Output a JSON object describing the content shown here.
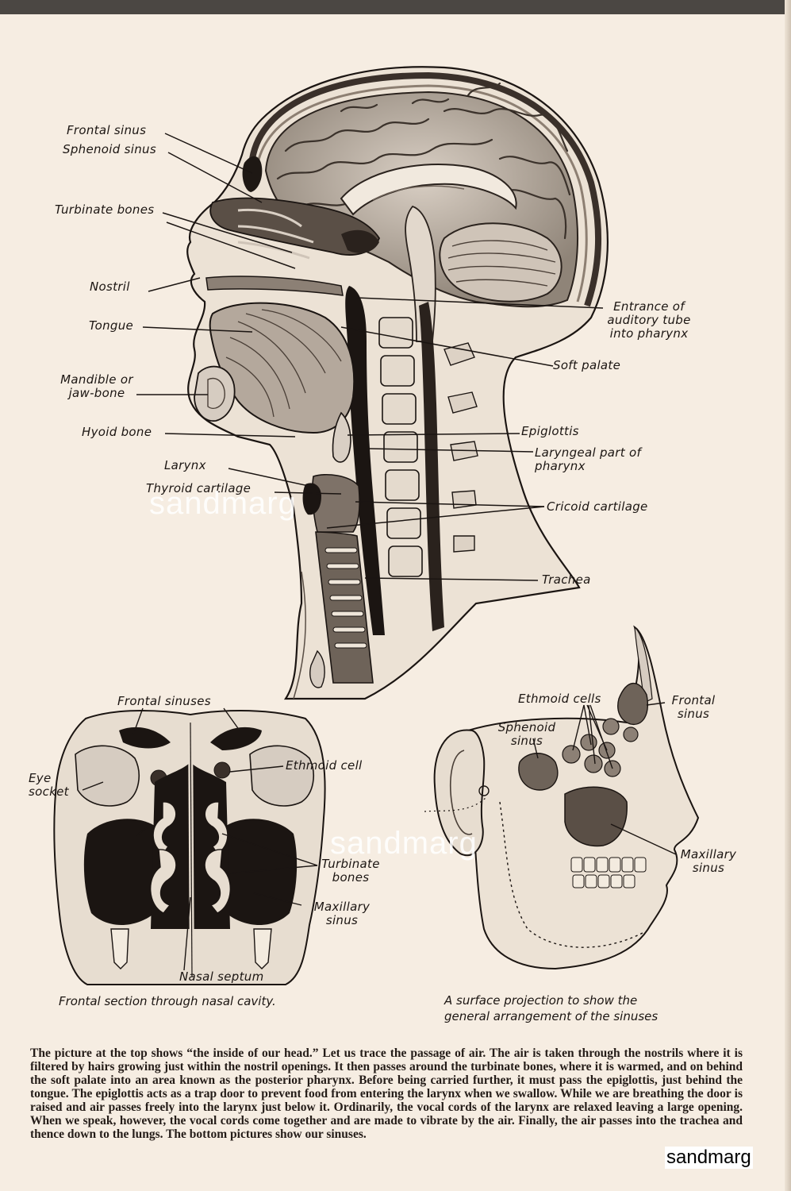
{
  "main_diagram": {
    "labels": {
      "frontal_sinus": "Frontal sinus",
      "sphenoid_sinus": "Sphenoid sinus",
      "turbinate_bones": "Turbinate bones",
      "nostril": "Nostril",
      "tongue": "Tongue",
      "mandible": "Mandible or\njaw-bone",
      "hyoid_bone": "Hyoid bone",
      "larynx": "Larynx",
      "thyroid_cartilage": "Thyroid cartilage",
      "auditory_tube": "Entrance of\nauditory tube\ninto pharynx",
      "soft_palate": "Soft palate",
      "epiglottis": "Epiglottis",
      "laryngeal_pharynx": "Laryngeal part of\npharynx",
      "cricoid_cartilage": "Cricoid cartilage",
      "trachea": "Trachea"
    }
  },
  "frontal_section": {
    "labels": {
      "frontal_sinuses": "Frontal sinuses",
      "eye_socket": "Eye\nsocket",
      "ethmoid_cell": "Ethmoid cell",
      "turbinate_bones": "Turbinate\nbones",
      "maxillary_sinus": "Maxillary\nsinus",
      "nasal_septum": "Nasal septum"
    },
    "caption": "Frontal section through nasal cavity."
  },
  "surface_projection": {
    "labels": {
      "ethmoid_cells": "Ethmoid cells",
      "frontal_sinus": "Frontal\nsinus",
      "sphenoid_sinus": "Sphenoid\nsinus",
      "maxillary_sinus": "Maxillary\nsinus"
    },
    "caption": "A surface projection to show the\ngeneral arrangement of the sinuses"
  },
  "paragraph": "The picture at the top shows “the inside of our head.” Let us trace the passage of air. The air is taken through the nostrils where it is filtered by hairs growing just within the nostril openings. It then passes around the turbinate bones, where it is warmed, and on behind the soft palate into an area known as the posterior pharynx. Before being carried further, it must pass the epiglottis, just behind the tongue. The epiglottis acts as a trap door to prevent food from entering the larynx when we swallow. While we are breathing the door is raised and air passes freely into the larynx just below it. Ordinarily, the vocal cords of the larynx are relaxed leaving a large opening. When we speak, however, the vocal cords come together and are made to vibrate by the air. Finally, the air passes into the trachea and thence down to the lungs. The bottom pictures show our sinuses.",
  "watermark": "sandmarg"
}
